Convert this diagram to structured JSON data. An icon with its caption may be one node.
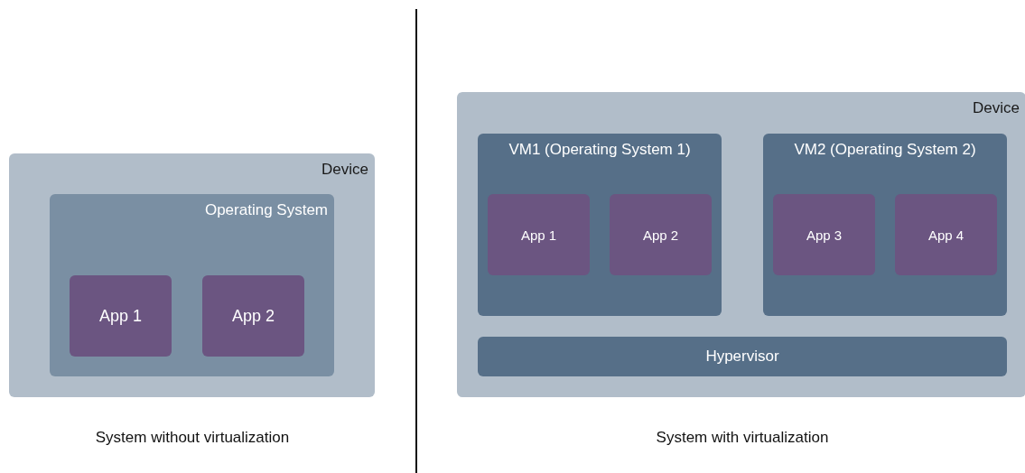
{
  "diagram": {
    "nodes": [
      {
        "text": [
          "Device"
        ]
      },
      {
        "text": [
          "Operating System"
        ],
        "in": 0
      },
      {
        "text": [
          "App 1"
        ],
        "in": 1
      },
      {
        "text": [
          "App 2"
        ],
        "in": 1
      },
      {
        "text": [
          "Device"
        ]
      },
      {
        "text": [
          "VM1 (Operating System 1)"
        ],
        "in": 4
      },
      {
        "text": [
          "App 1"
        ],
        "in": 5
      },
      {
        "text": [
          "App 2"
        ],
        "in": 5
      },
      {
        "text": [
          "VM2 (Operating System 2)"
        ],
        "in": 4
      },
      {
        "text": [
          "App 3"
        ],
        "in": 8
      },
      {
        "text": [
          "App 4"
        ],
        "in": 8
      },
      {
        "text": [
          "Hypervisor"
        ],
        "in": 4
      }
    ],
    "labels": [
      "System without virtualization",
      "System with virtualization"
    ]
  }
}
